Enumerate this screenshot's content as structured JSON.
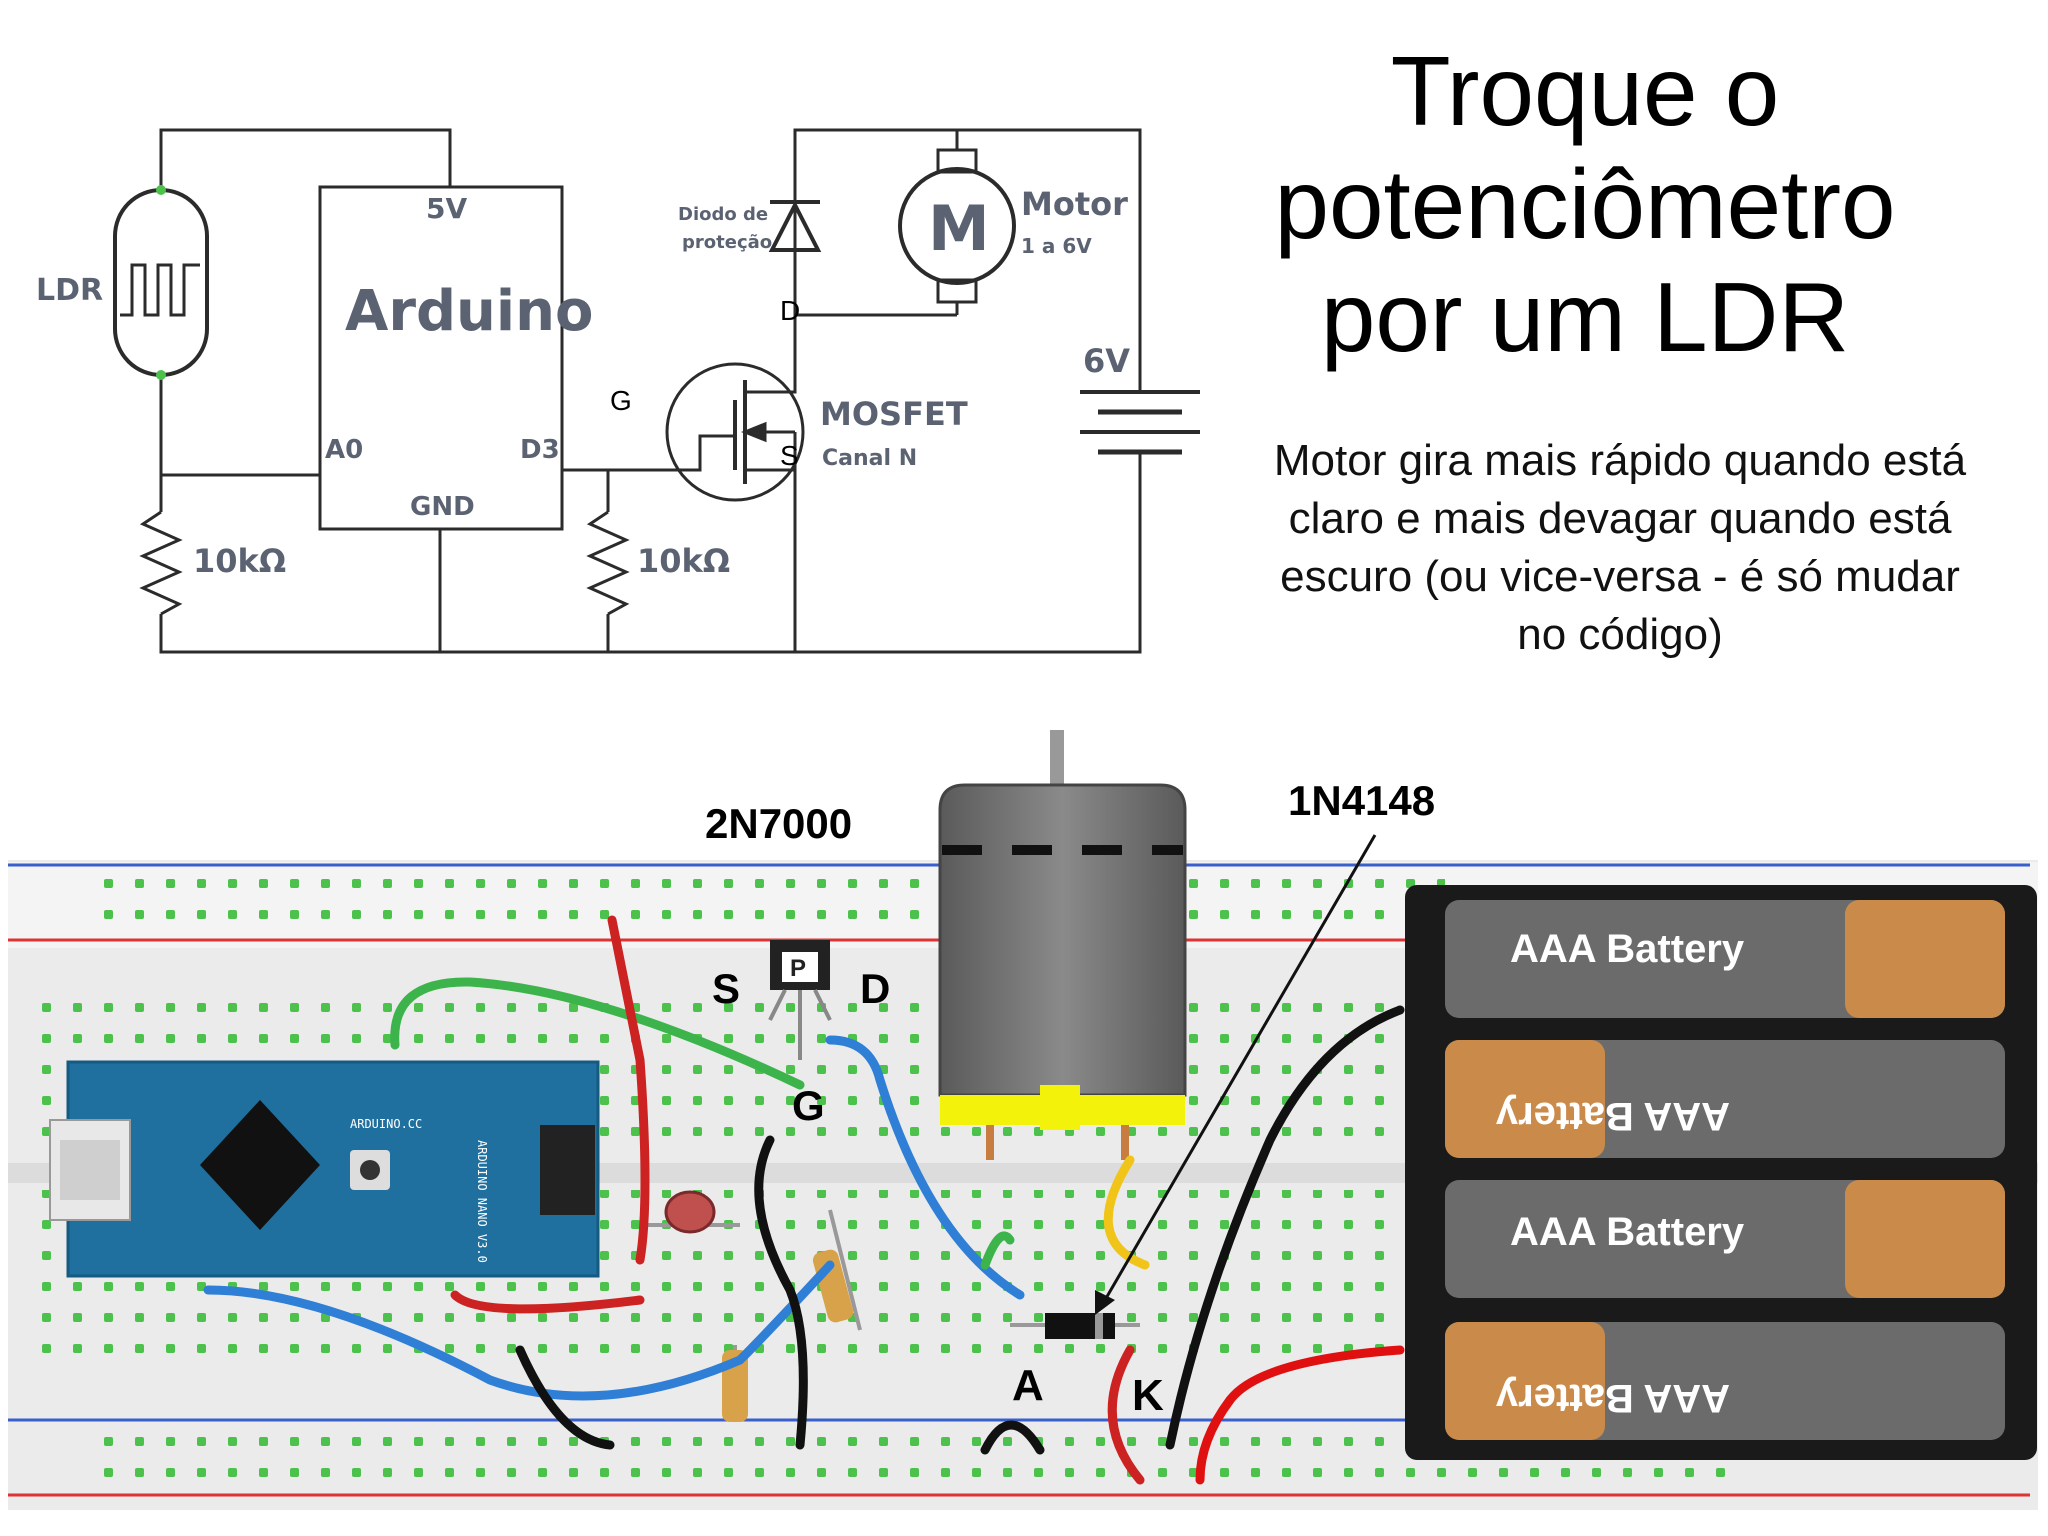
{
  "title": "Troque o potenciômetro por um LDR",
  "subtitle": "Motor gira mais rápido quando está claro e mais devagar quando está escuro (ou vice-versa - é só mudar no código)",
  "schematic": {
    "ldr_label": "LDR",
    "arduino_label": "Arduino",
    "v5_label": "5V",
    "a0_label": "A0",
    "d3_label": "D3",
    "gnd_label": "GND",
    "resistor1_label": "10kΩ",
    "resistor2_label": "10kΩ",
    "diode_label_line1": "Diodo de",
    "diode_label_line2": "proteção",
    "motor_symbol": "M",
    "motor_label": "Motor",
    "motor_voltage": "1 a 6V",
    "mosfet_label": "MOSFET",
    "mosfet_type": "Canal N",
    "gate_label": "G",
    "drain_label": "D",
    "source_label": "S",
    "supply_label": "6V"
  },
  "breadboard": {
    "transistor_label": "2N7000",
    "transistor_s": "S",
    "transistor_d": "D",
    "transistor_g": "G",
    "diode_part": "1N4148",
    "anode_label": "A",
    "cathode_label": "K",
    "battery_label": "AAA Battery",
    "arduino_board_text": "ARDUINO.CC",
    "arduino_model": "ARDUINO NANO V3.0",
    "mosfet_marking": "P"
  },
  "colors": {
    "schematic_line": "#2b2b2b",
    "schematic_text": "#5b6272",
    "node_green": "#4cc24c",
    "wire_red": "#cc2222",
    "wire_green": "#3cb44b",
    "wire_blue": "#2f7fd6",
    "wire_black": "#111111",
    "wire_yellow": "#f0c419",
    "arduino_blue": "#1f6f9f",
    "battery_copper": "#c98a4a"
  }
}
